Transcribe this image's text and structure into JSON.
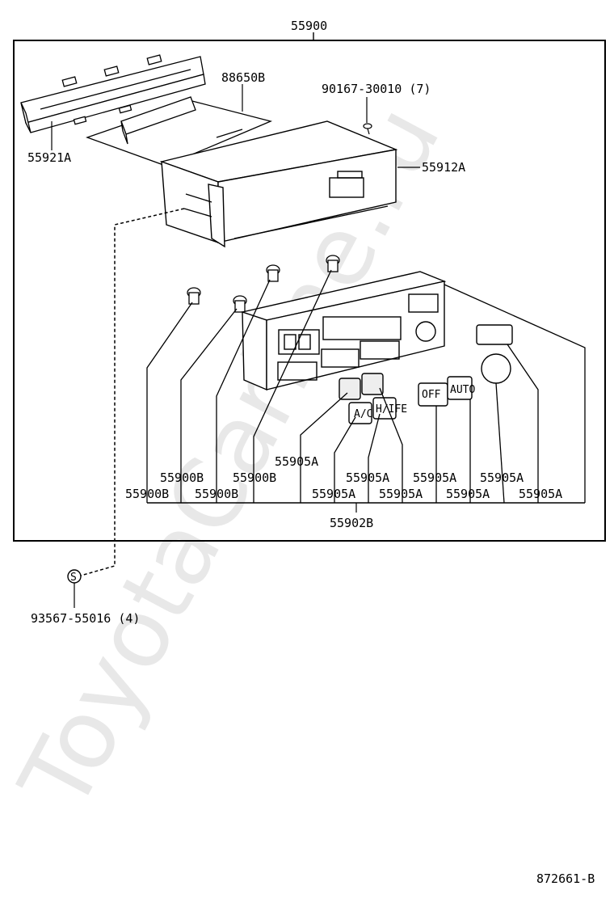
{
  "diagram": {
    "top_assembly": "55900",
    "footer_code": "872661-B",
    "watermark": "ToyotaCarline.ru",
    "screw_symbol": "S",
    "parts": {
      "bracket": "55921A",
      "board": "88650B",
      "screw": "90167-30010 (7)",
      "housing": "55912A",
      "panel": "55902B",
      "bottom_screw": "93567-55016 (4)"
    },
    "row1_labels": [
      "55900B",
      "55900B",
      "55905A",
      "55905A",
      "55905A",
      "55905A"
    ],
    "row2_labels": [
      "55900B",
      "55900B",
      "55905A",
      "55905A",
      "55905A",
      "55905A"
    ],
    "button_texts": [
      "A/C",
      "H/IFE",
      "AUTO",
      "OFF"
    ]
  }
}
